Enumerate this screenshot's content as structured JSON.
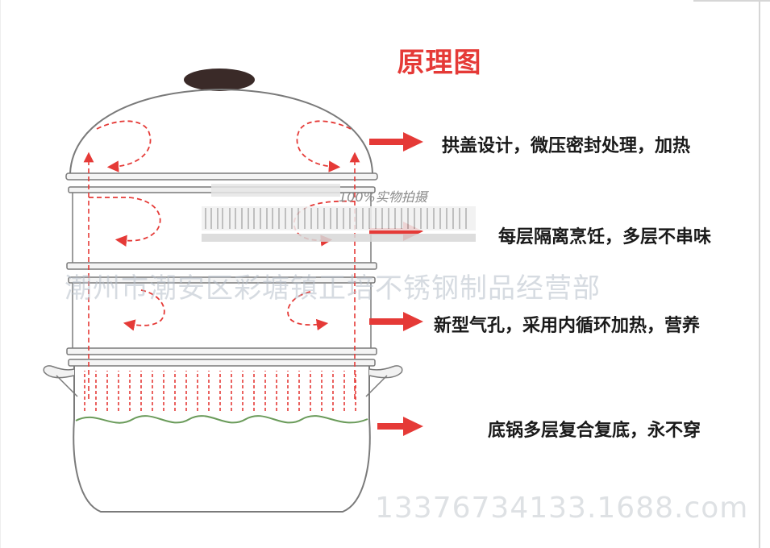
{
  "title": "原理图",
  "captions": [
    "拱盖设计，微压密封处理，加热",
    "每层隔离烹饪，多层不串味",
    "新型气孔，采用内循环加热，营养",
    "底锅多层复合复底，永不穿"
  ],
  "stamp_text": "100%实物拍摄",
  "watermark_shop": "潮州市潮安区彩塘镇正培不锈钢制品经营部",
  "watermark_phone": "13376734133.1688.com",
  "colors": {
    "arrow_red": "#e53a37",
    "outline": "#7a7a7a",
    "knob": "#3a2a28",
    "water": "#6a9b5a",
    "text": "#1a1a1a"
  }
}
